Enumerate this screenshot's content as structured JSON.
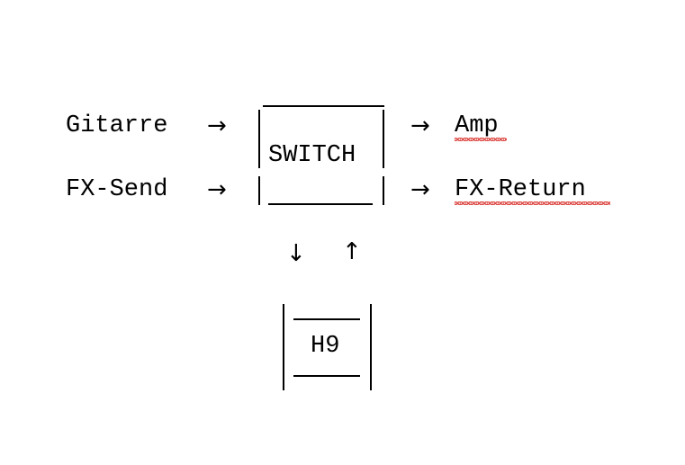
{
  "labels": {
    "guitar": "Gitarre",
    "fx_send": "FX-Send",
    "amp": "Amp",
    "fx_return": "FX-Return",
    "switch": "SWITCH",
    "h9": "H9"
  },
  "arrows": {
    "right": "→",
    "down": "↓",
    "up": "↑"
  },
  "spellcheck_color": "#d9302a"
}
